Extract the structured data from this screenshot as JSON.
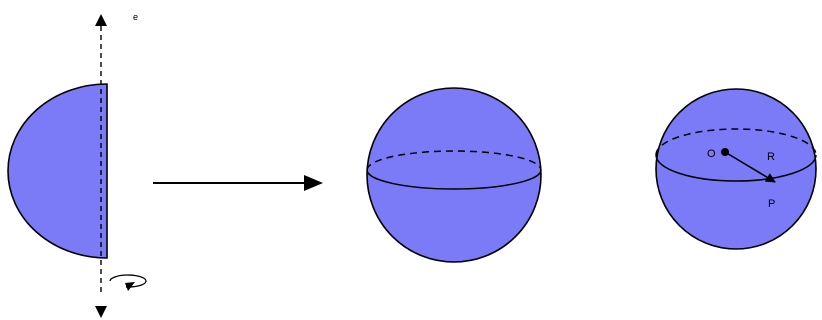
{
  "labels": {
    "axis": "e",
    "center": "O",
    "radius": "R",
    "point": "P"
  },
  "colors": {
    "fill": "#7b7bf7",
    "stroke": "#000000",
    "background": "#ffffff"
  }
}
